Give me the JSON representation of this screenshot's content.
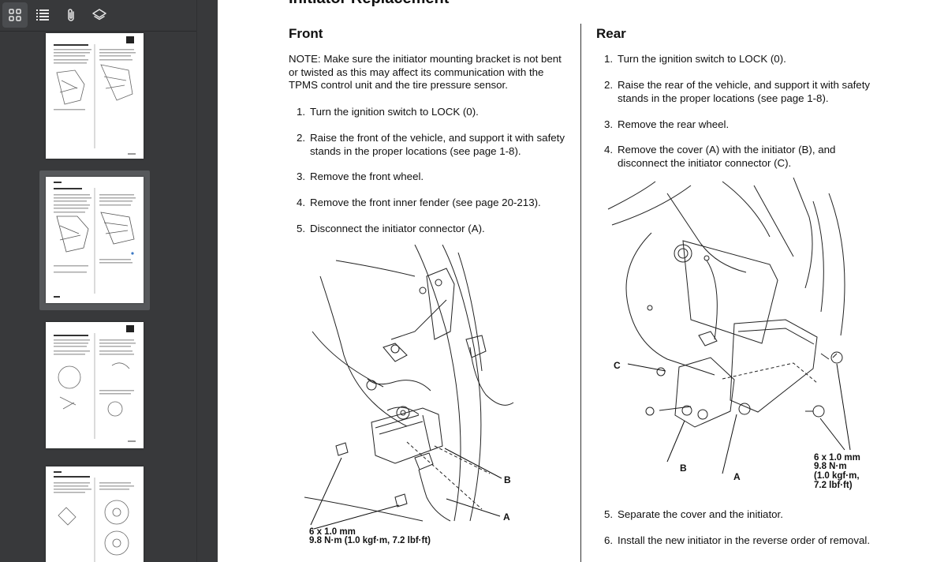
{
  "sidebar": {
    "toolbar": {
      "thumbnails_icon": "grid-icon",
      "outline_icon": "list-icon",
      "attachments_icon": "paperclip-icon",
      "layers_icon": "layers-icon"
    }
  },
  "document": {
    "title": "Initiator Replacement",
    "front": {
      "heading": "Front",
      "note": "NOTE: Make sure the initiator mounting bracket is not bent or twisted as this may affect its communication with the TPMS control unit and the tire pressure sensor.",
      "steps": [
        {
          "num": "1.",
          "text": "Turn the ignition switch to LOCK (0)."
        },
        {
          "num": "2.",
          "text": "Raise the front of the vehicle, and support it with safety stands in the proper locations (see page 1-8)."
        },
        {
          "num": "3.",
          "text": "Remove the front wheel."
        },
        {
          "num": "4.",
          "text": "Remove the front inner fender (see page 20-213)."
        },
        {
          "num": "5.",
          "text": "Disconnect the initiator connector (A)."
        }
      ],
      "figure": {
        "label_a": "A",
        "label_b": "B",
        "spec_line1": "6 x 1.0 mm",
        "spec_line2": "9.8 N·m (1.0 kgf·m, 7.2 lbf·ft)"
      }
    },
    "rear": {
      "heading": "Rear",
      "steps_top": [
        {
          "num": "1.",
          "text": "Turn the ignition switch to LOCK (0)."
        },
        {
          "num": "2.",
          "text": "Raise the rear of the vehicle, and support it with safety stands in the proper locations (see page 1-8)."
        },
        {
          "num": "3.",
          "text": "Remove the rear wheel."
        },
        {
          "num": "4.",
          "text": "Remove the cover (A) with the initiator (B), and disconnect the initiator connector (C)."
        }
      ],
      "figure": {
        "label_a": "A",
        "label_b": "B",
        "label_c": "C",
        "spec_line1": "6 x 1.0 mm",
        "spec_line2": "9.8 N·m",
        "spec_line3": "(1.0 kgf·m,",
        "spec_line4": "7.2 lbf·ft)"
      },
      "steps_bottom": [
        {
          "num": "5.",
          "text": "Separate the cover and the initiator."
        },
        {
          "num": "6.",
          "text": "Install the new initiator in the reverse order of removal."
        }
      ]
    }
  }
}
